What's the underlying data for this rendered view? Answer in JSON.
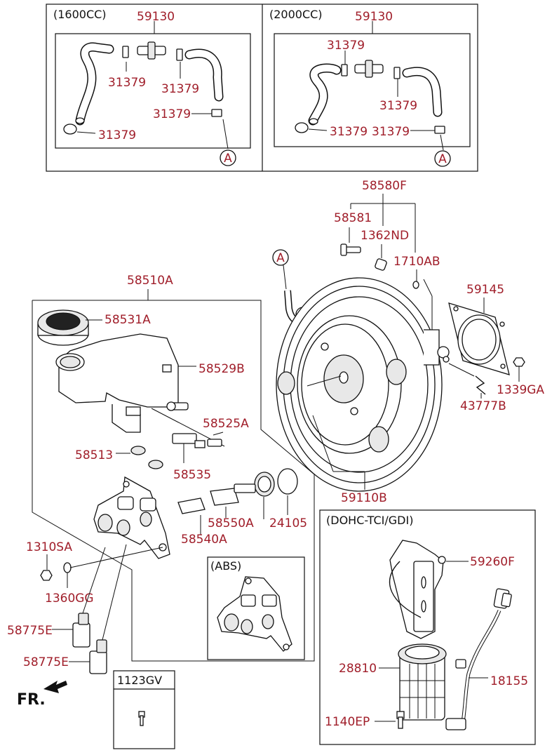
{
  "sections": {
    "hose_1600": "(1600CC)",
    "hose_2000": "(2000CC)",
    "abs": "(ABS)",
    "dohc": "(DOHC-TCI/GDI)"
  },
  "callout_marker": "A",
  "front_label": "FR.",
  "labels": {
    "p59130_a": "59130",
    "p59130_b": "59130",
    "p31379_a1": "31379",
    "p31379_a2": "31379",
    "p31379_a3": "31379",
    "p31379_a4": "31379",
    "p31379_b1": "31379",
    "p31379_b2": "31379",
    "p31379_b3": "31379",
    "p31379_b4": "31379",
    "p58580F": "58580F",
    "p58581": "58581",
    "p1362ND": "1362ND",
    "p1710AB": "1710AB",
    "p59145": "59145",
    "p1339GA": "1339GA",
    "p43777B": "43777B",
    "p59110B": "59110B",
    "p58510A": "58510A",
    "p58531A": "58531A",
    "p58529B": "58529B",
    "p58525A": "58525A",
    "p58513": "58513",
    "p58535": "58535",
    "p58550A": "58550A",
    "p58540A": "58540A",
    "p24105": "24105",
    "p1310SA": "1310SA",
    "p1360GG": "1360GG",
    "p58775E_a": "58775E",
    "p58775E_b": "58775E",
    "p1123GV": "1123GV",
    "p59260F": "59260F",
    "p28810": "28810",
    "p18155": "18155",
    "p1140EP": "1140EP"
  }
}
